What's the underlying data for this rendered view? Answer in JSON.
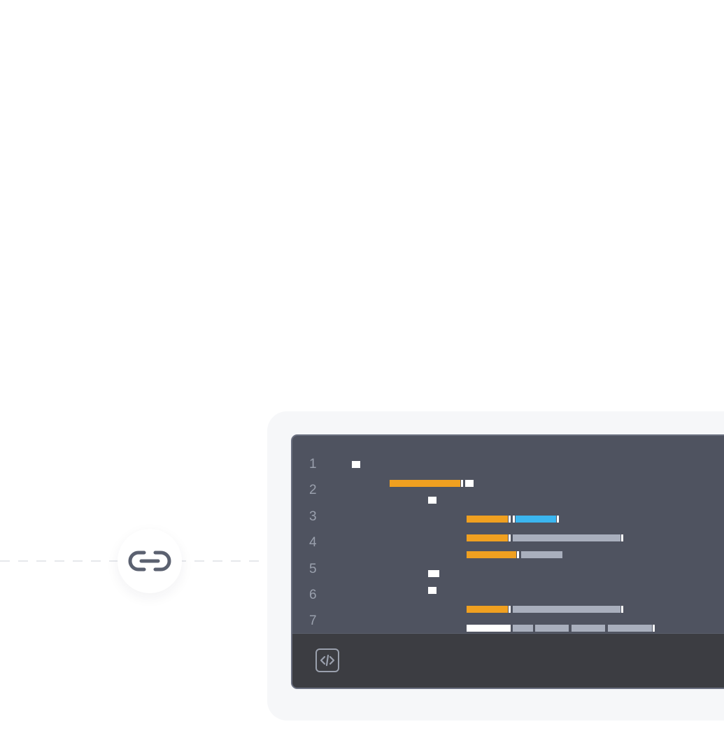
{
  "connector": {
    "icon": "link-icon",
    "icon_color": "#5b6170"
  },
  "editor": {
    "line_numbers": [
      "1",
      "2",
      "3",
      "4",
      "5",
      "6",
      "7"
    ],
    "colors": {
      "background": "#4f5360",
      "footer": "#3c3d42",
      "keyword": "#f0a020",
      "string": "#3bb6f0",
      "text": "#a9afbd",
      "punctuation": "#ffffff"
    },
    "footer": {
      "icon": "code-embed-icon"
    }
  }
}
